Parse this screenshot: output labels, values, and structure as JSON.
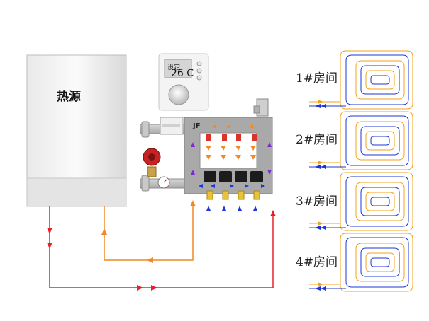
{
  "heat_source": {
    "label": "热源"
  },
  "thermostat": {
    "title": "设定",
    "temperature": "26 C"
  },
  "manifold": {
    "label": "JF"
  },
  "rooms": [
    {
      "label": "1#房间"
    },
    {
      "label": "2#房间"
    },
    {
      "label": "3#房间"
    },
    {
      "label": "4#房间"
    }
  ],
  "colors": {
    "supply": "#e8202a",
    "return": "#f08a24",
    "cold": "#1e36d6",
    "warm": "#f4a11c"
  }
}
